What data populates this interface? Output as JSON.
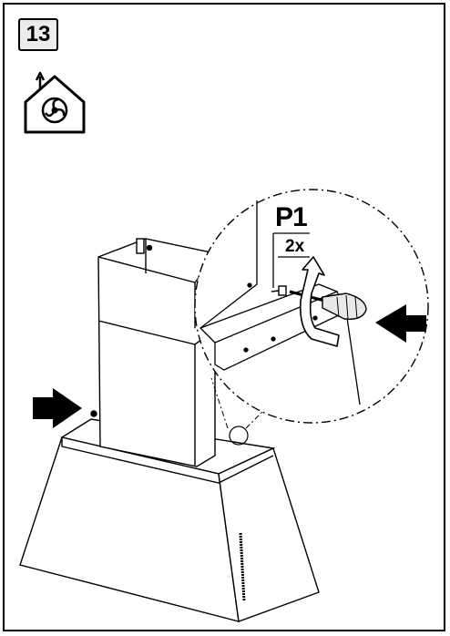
{
  "step": {
    "number": "13"
  },
  "icon": {
    "name": "house-fan-icon"
  },
  "callout": {
    "part": "P1",
    "quantity": "2x"
  },
  "arrows": {
    "left": "arrow-right-icon",
    "right": "arrow-left-icon"
  },
  "colors": {
    "ink": "#000000",
    "fill": "#ffffff",
    "step_box_bg": "#ececec"
  }
}
